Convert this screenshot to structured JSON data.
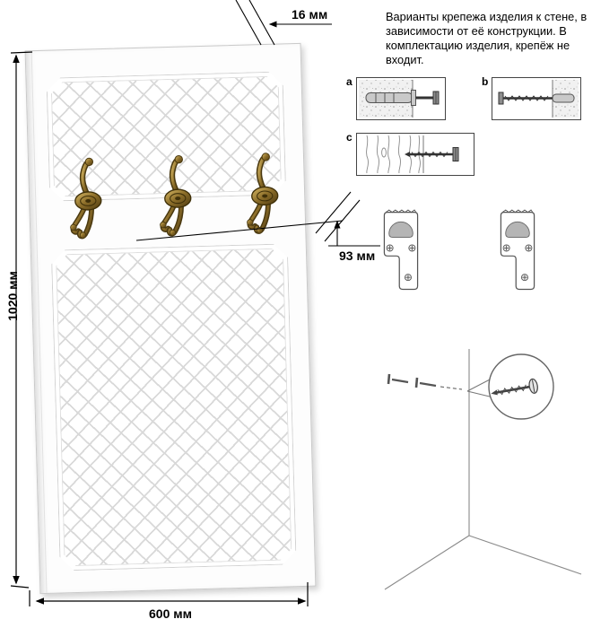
{
  "dimensions": {
    "height": "1020 мм",
    "width": "600 мм",
    "thickness": "16 мм",
    "hook_offset": "93 мм"
  },
  "note": "Варианты крепежа изделия к стене, в зависимости от её конструкции. В комплектацию изделия, крепёж не входит.",
  "fasteners": [
    {
      "label": "a"
    },
    {
      "label": "b"
    },
    {
      "label": "c"
    }
  ],
  "icons": {
    "hook": "coat-hook-icon",
    "bracket": "keyhole-bracket-icon",
    "magnifier": "magnifier-screw-icon"
  },
  "colors": {
    "brass": "#8a6c28",
    "panel_lines": "#d9d9d9",
    "annotation": "#000000",
    "illustration_gray": "#888888"
  }
}
